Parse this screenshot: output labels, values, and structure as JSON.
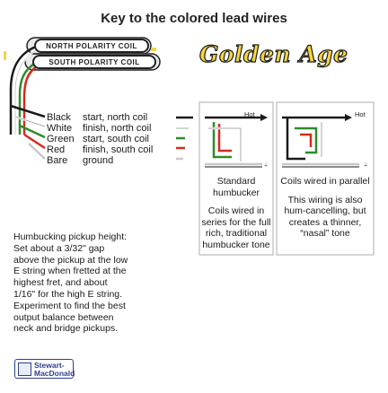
{
  "title": "Key to the colored lead wires",
  "coils": {
    "north": "NORTH POLARITY COIL",
    "south": "SOUTH POLARITY COIL"
  },
  "logo": "Golden Age",
  "legend": [
    {
      "color": "Black",
      "desc": "start, north coil"
    },
    {
      "color": "White",
      "desc": "finish, north coil"
    },
    {
      "color": "Green",
      "desc": "start, south coil"
    },
    {
      "color": "Red",
      "desc": "finish, south coil"
    },
    {
      "color": "Bare",
      "desc": "ground"
    }
  ],
  "wire_colors": {
    "black": "#1a1a1a",
    "white": "#ffffff",
    "green": "#2e8b2e",
    "red": "#d42a1e",
    "bare": "#c8c8c8",
    "accent_yellow": "#f6d53e",
    "brand_blue": "#2c3f8f"
  },
  "panel_standard": {
    "hot": "Hot",
    "ground": "⏚",
    "heading": "Standard humbucker",
    "text": "Coils wired in series for the full rich, traditional humbucker tone"
  },
  "panel_parallel": {
    "hot": "Hot",
    "ground": "⏚",
    "heading": "Coils wired in parallel",
    "text": "This wiring is also hum-cancelling, but creates a thinner, “nasal” tone"
  },
  "paragraph": "Humbucking pickup height: Set about a 3/32\" gap above the pickup at the low E string when fretted at the highest fret, and about 1/16\" for the high E string. Experiment to find the best output balance between neck and bridge pickups.",
  "brand": {
    "line1": "Stewart-",
    "line2": "MacDonald"
  }
}
